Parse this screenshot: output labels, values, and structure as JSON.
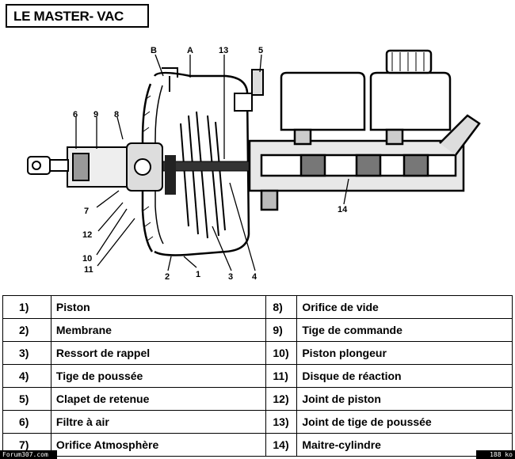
{
  "title": "LE MASTER- VAC",
  "callouts": {
    "c1": "1",
    "c2": "2",
    "c3": "3",
    "c4": "4",
    "c5": "5",
    "c6": "6",
    "c7": "7",
    "c8": "8",
    "c9": "9",
    "c10": "10",
    "c11": "11",
    "c12": "12",
    "c13": "13",
    "c14": "14",
    "cA": "A",
    "cB": "B"
  },
  "legend": [
    {
      "num": "1)",
      "text": "Piston",
      "num2": "8)",
      "text2": "Orifice de vide"
    },
    {
      "num": "2)",
      "text": "Membrane",
      "num2": "9)",
      "text2": "Tige de commande"
    },
    {
      "num": "3)",
      "text": "Ressort de rappel",
      "num2": "10)",
      "text2": "Piston plongeur"
    },
    {
      "num": "4)",
      "text": "Tige de poussée",
      "num2": "11)",
      "text2": "Disque de réaction"
    },
    {
      "num": "5)",
      "text": "Clapet de retenue",
      "num2": "12)",
      "text2": "Joint de piston"
    },
    {
      "num": "6)",
      "text": "Filtre à air",
      "num2": "13)",
      "text2": "Joint de tige de poussée"
    },
    {
      "num": "7)",
      "text": "Orifice Atmosphère",
      "num2": "14)",
      "text2": "Maitre-cylindre"
    }
  ],
  "footer": {
    "left": "Forum307.com",
    "right": "188 ko"
  }
}
